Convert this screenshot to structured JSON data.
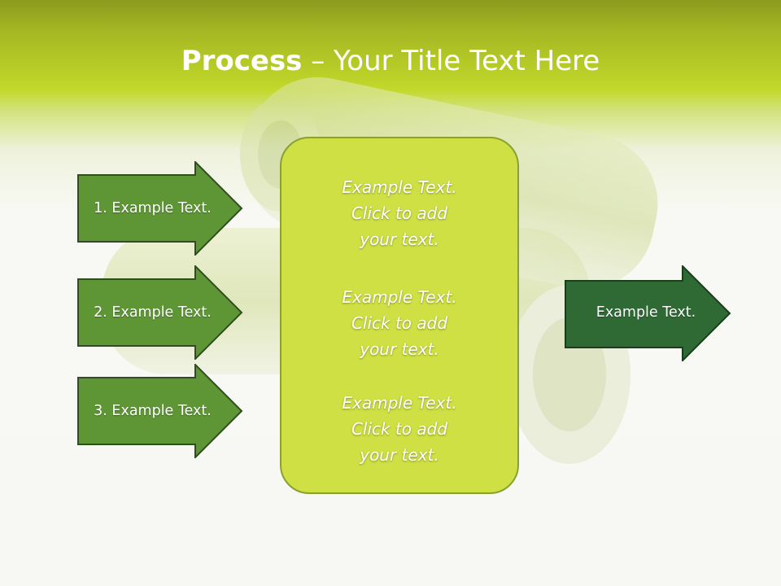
{
  "slide": {
    "title_bold": "Process",
    "title_rest": " – Your Title Text Here",
    "left_steps": [
      {
        "label": "1. Example Text."
      },
      {
        "label": "2. Example Text."
      },
      {
        "label": "3. Example Text."
      }
    ],
    "center_blocks": [
      {
        "line1": "Example Text.",
        "line2": "Click  to add",
        "line3": "your text."
      },
      {
        "line1": "Example Text.",
        "line2": "Click  to add",
        "line3": "your text."
      },
      {
        "line1": "Example Text.",
        "line2": "Click  to add",
        "line3": "your text."
      }
    ],
    "output": {
      "label": "Example Text."
    }
  },
  "colors": {
    "header_green": "#a6b823",
    "center_box": "#cfe045",
    "step_arrow": "#5e9635",
    "output_arrow": "#2f6a35"
  }
}
